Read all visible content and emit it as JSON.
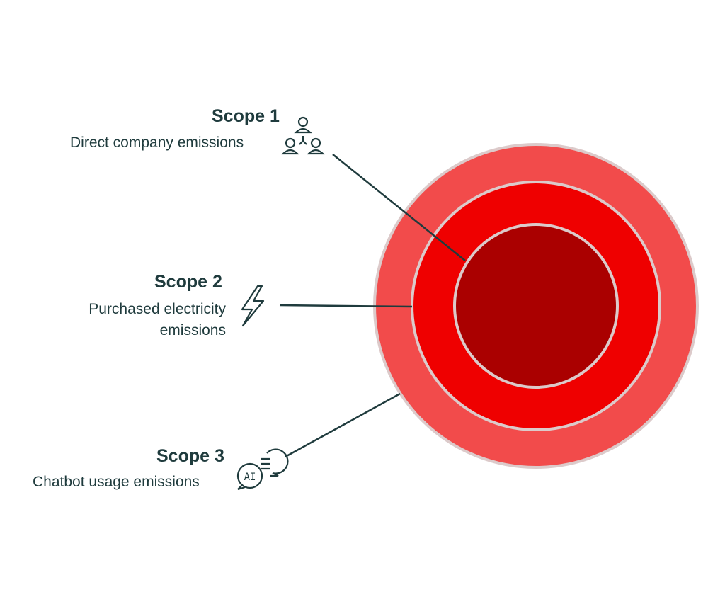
{
  "scopes": [
    {
      "title": "Scope 1",
      "description": "Direct company emissions",
      "icon": "people-network-icon"
    },
    {
      "title": "Scope 2",
      "description_line1": "Purchased electricity",
      "description_line2": "emissions",
      "icon": "lightning-icon"
    },
    {
      "title": "Scope 3",
      "description": "Chatbot usage emissions",
      "icon": "ai-chat-icon",
      "icon_text": "AI"
    }
  ],
  "colors": {
    "outer": "#f24b4b",
    "middle": "#ef0000",
    "inner": "#aa0000",
    "ring_border": "#dccaca",
    "text": "#1f3b3d"
  }
}
